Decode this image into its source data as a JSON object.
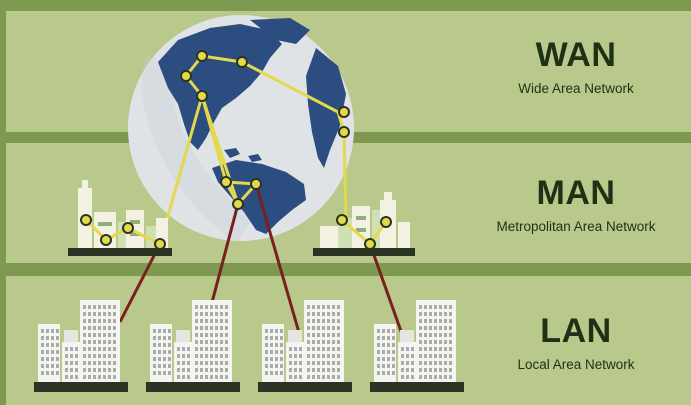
{
  "tiers": [
    {
      "abbr": "WAN",
      "name": "Wide Area Network"
    },
    {
      "abbr": "MAN",
      "name": "Metropolitan Area Network"
    },
    {
      "abbr": "LAN",
      "name": "Local Area Network"
    }
  ],
  "colors": {
    "band_light": "#b9c88b",
    "band_border": "#7f9a50",
    "text_dark": "#1f3115",
    "wan_link": "#e3d94a",
    "lan_link": "#7a1f1f",
    "node_fill": "#e3d94a",
    "ocean": "#dfe3e6",
    "land": "#2b4d80",
    "ground": "#2b3423"
  },
  "icons": [
    "globe-icon",
    "city-skyline-icon",
    "office-buildings-icon"
  ]
}
